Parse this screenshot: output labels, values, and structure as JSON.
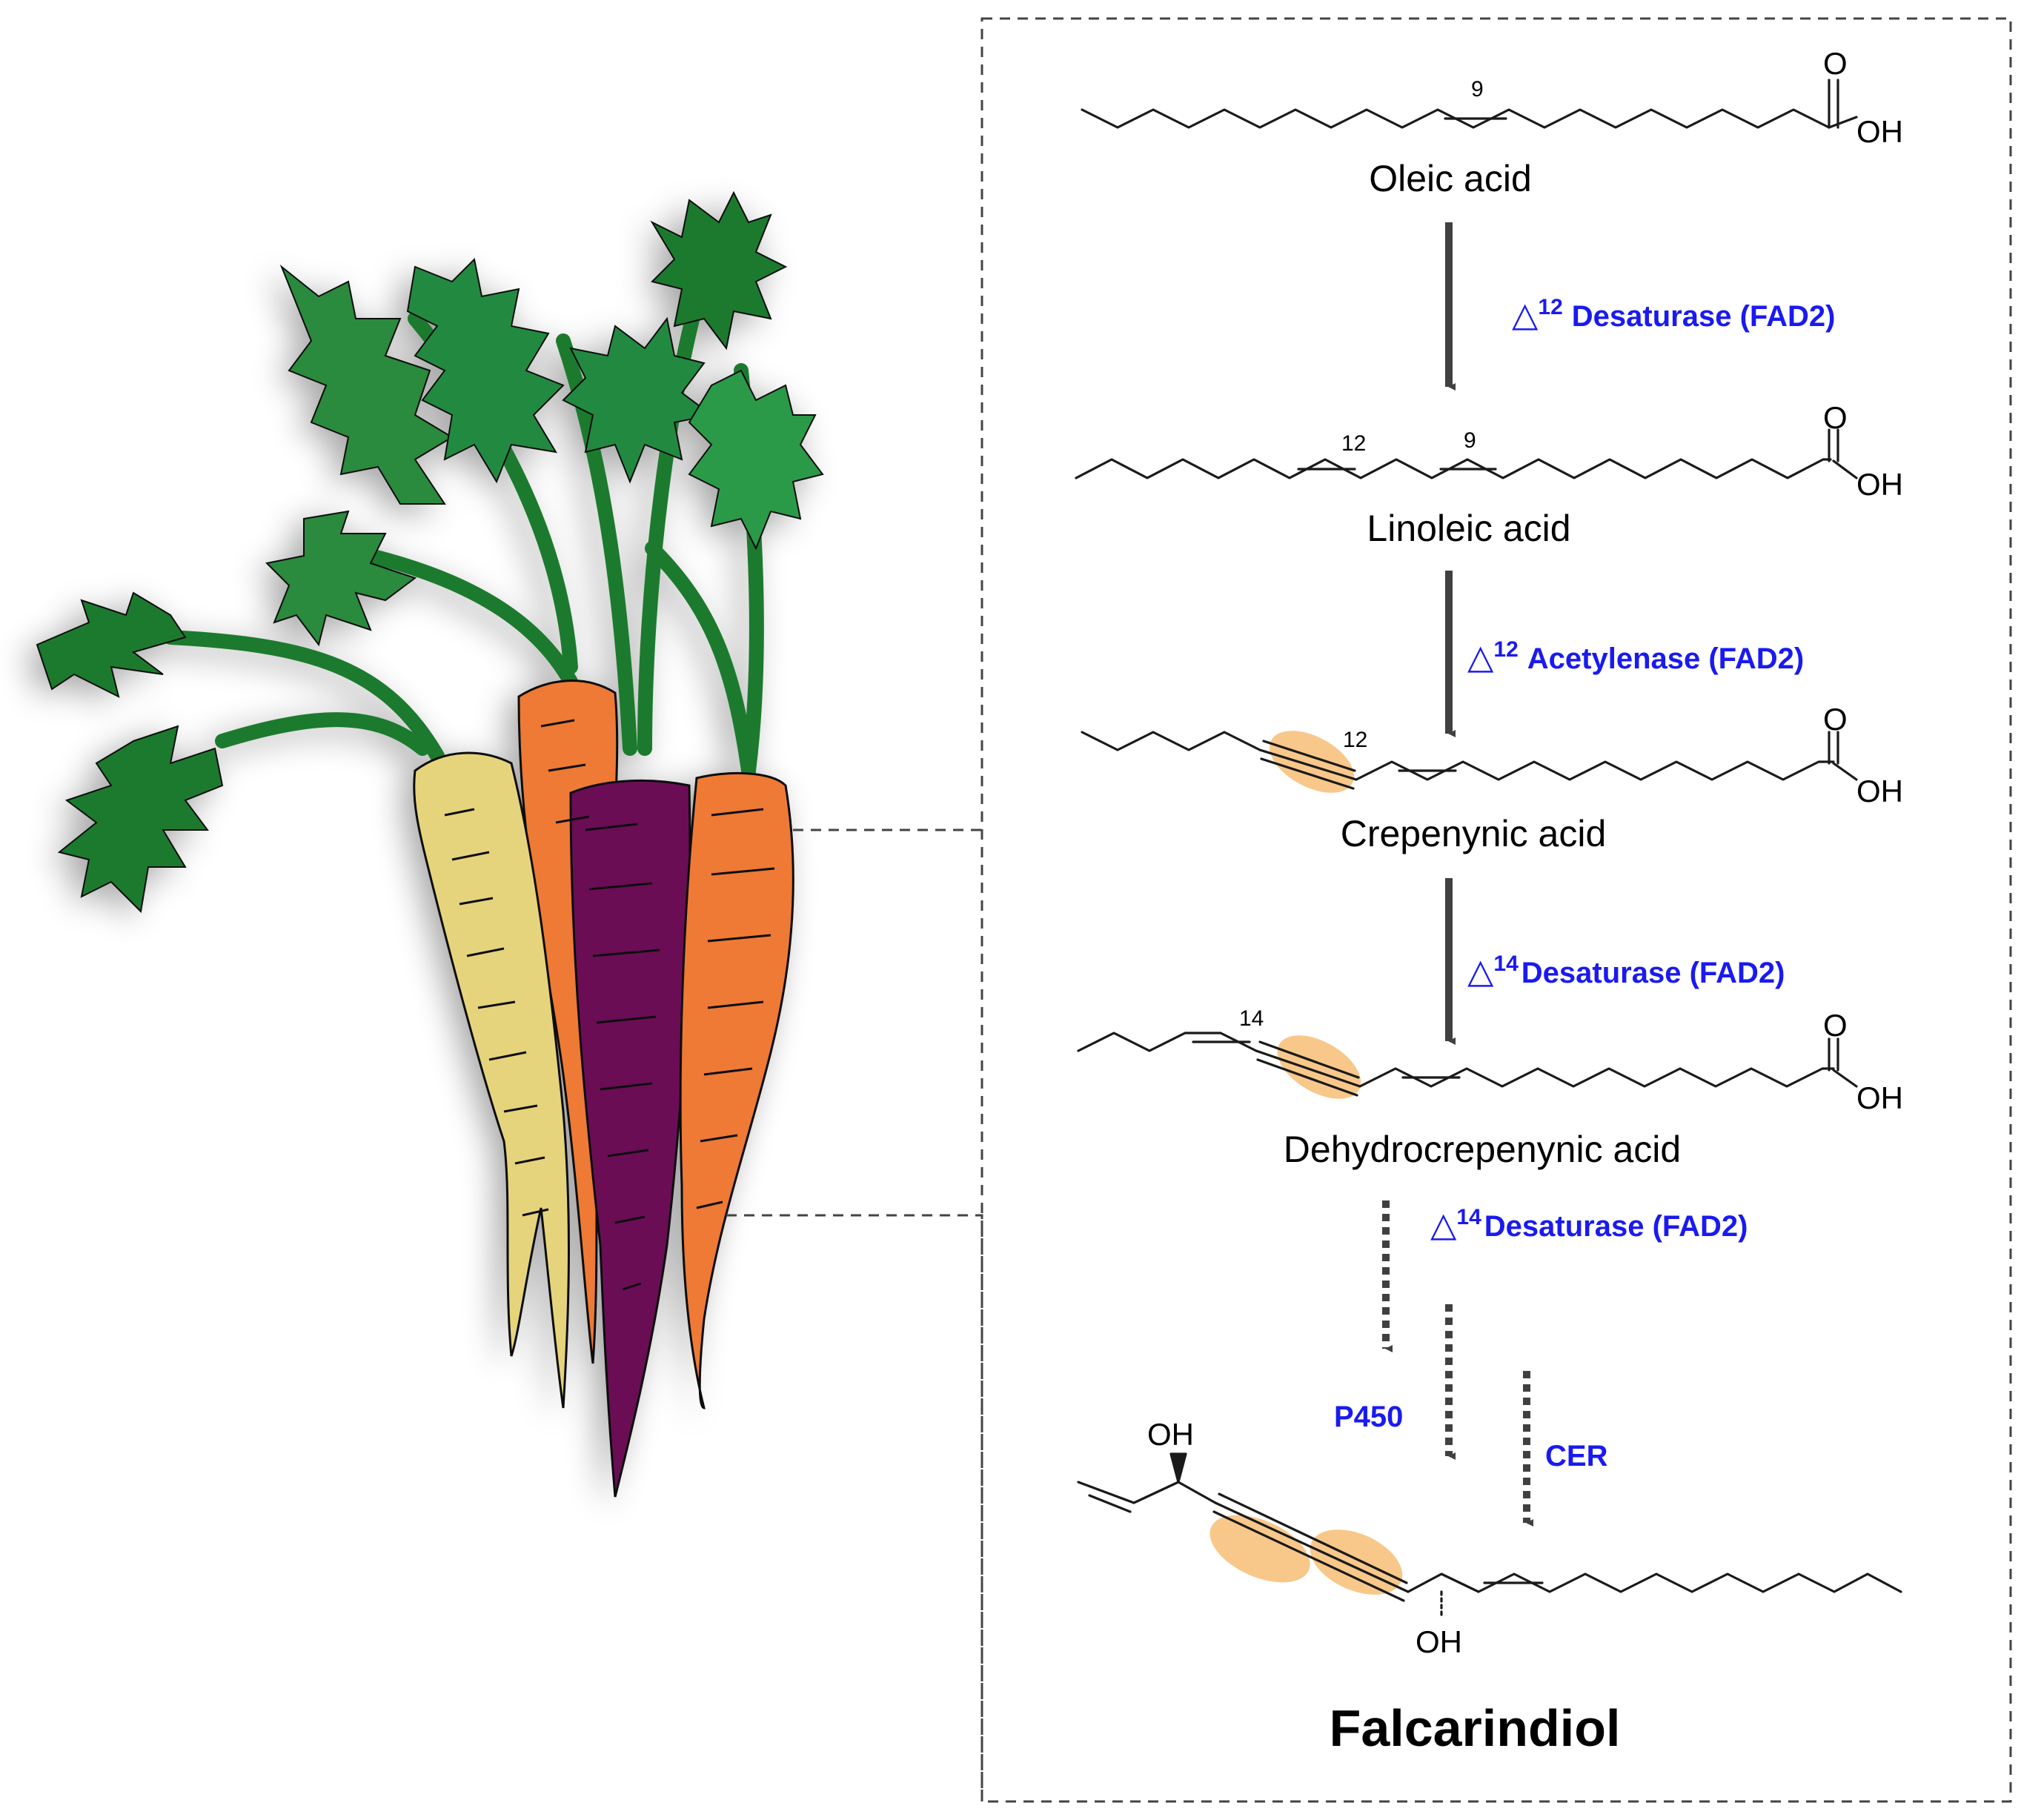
{
  "colors": {
    "enzyme": "#1a1af0",
    "triple_highlight": "#f8c88a",
    "leaf_dark": "#1f7a2e",
    "leaf_light": "#2c9a48",
    "carrot_orange": "#ee7a34",
    "carrot_yellow": "#e6d47c",
    "carrot_purple": "#6b0a55",
    "arrow": "#404040"
  },
  "icons": [
    "carrot-bunch-illustration"
  ],
  "compounds": {
    "oleic": {
      "name": "Oleic acid",
      "pos9": "9",
      "oxygen": "O",
      "hydroxyl": "OH"
    },
    "linoleic": {
      "name": "Linoleic acid",
      "pos12": "12",
      "pos9": "9",
      "oxygen": "O",
      "hydroxyl": "OH"
    },
    "crepenynic": {
      "name": "Crepenynic acid",
      "pos12": "12",
      "oxygen": "O",
      "hydroxyl": "OH"
    },
    "dehydro": {
      "name": "Dehydrocrepenynic acid",
      "pos14": "14",
      "oxygen": "O",
      "hydroxyl": "OH"
    },
    "falcarindiol": {
      "name": "Falcarindiol",
      "oh_top": "OH",
      "oh_bottom": "OH"
    }
  },
  "enzymes": {
    "step1": {
      "delta": "△",
      "sup": "12",
      "label": "Desaturase (FAD2)"
    },
    "step2": {
      "delta": "△",
      "sup": "12",
      "label": "Acetylenase (FAD2)"
    },
    "step3": {
      "delta": "△",
      "sup": "14",
      "label": "Desaturase (FAD2)"
    },
    "step4": {
      "delta": "△",
      "sup": "14",
      "label": "Desaturase (FAD2)"
    },
    "p450": "P450",
    "cer": "CER"
  }
}
